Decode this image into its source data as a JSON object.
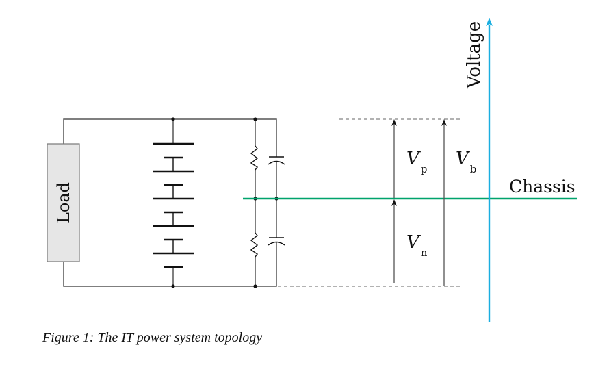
{
  "figure": {
    "caption": "Figure 1: The IT power system topology",
    "load_label": "Load",
    "axis_label": "Voltage",
    "chassis_label": "Chassis",
    "voltages": [
      {
        "symbol": "V",
        "subscript": "p"
      },
      {
        "symbol": "V",
        "subscript": "b"
      },
      {
        "symbol": "V",
        "subscript": "n"
      }
    ],
    "battery_cells": 5,
    "colors": {
      "wire": "#555555",
      "chassis_line": "#00a36c",
      "voltage_axis": "#1aaee0",
      "load_fill": "#e6e6e6"
    }
  }
}
